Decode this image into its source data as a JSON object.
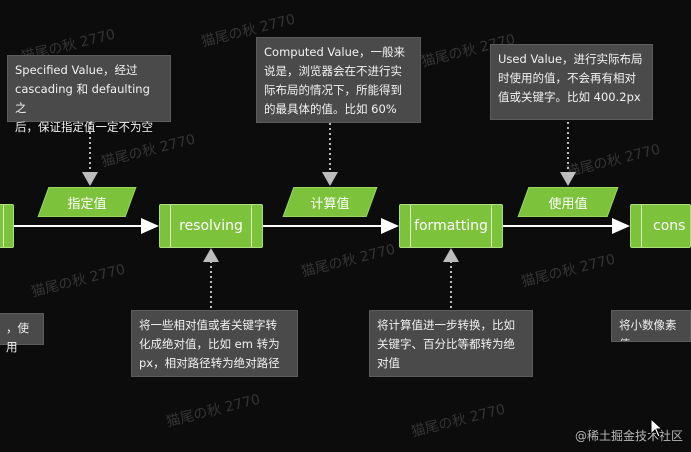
{
  "watermark": "猫尾の秋 2770",
  "notes_top": [
    "Specified Value，经过\ncascading 和 defaulting 之\n后，保证指定值一定不为空",
    "Computed Value，一般来\n说是，浏览器会在不进行实\n际布局的情况下，所能得到\n的最具体的值。比如 60%",
    "Used Value，进行实际布局\n时使用的值，不会再有相对\n值或关键字。比如 400.2px"
  ],
  "values": [
    "指定值",
    "计算值",
    "使用值"
  ],
  "processes": [
    "",
    "resolving",
    "formatting",
    "cons"
  ],
  "notes_bottom": [
    "，使用",
    "将一些相对值或者关键字转\n化成绝对值，比如 em 转为\npx，相对路径转为绝对路径",
    "将计算值进一步转换，比如\n关键字、百分比等都转为绝\n对值",
    "将小数像素值"
  ],
  "footer": "@稀土掘金技术社区",
  "colors": {
    "green": "#7cc23a",
    "note_bg": "#4a4a4a",
    "bg": "#0c0c0c"
  }
}
